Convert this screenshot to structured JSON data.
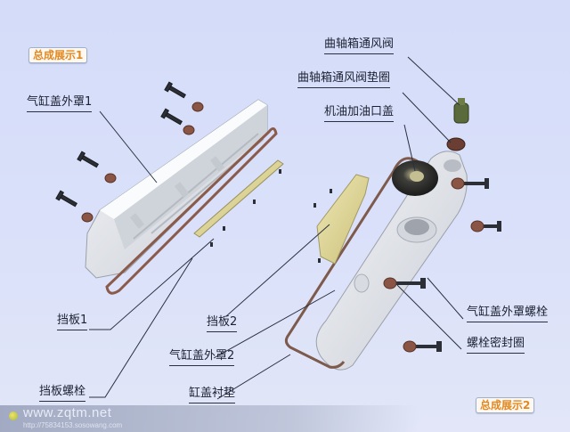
{
  "badges": {
    "assembly_1": "总成展示1",
    "assembly_2": "总成展示2"
  },
  "labels": {
    "cover_1": "气缸盖外罩1",
    "baffle_1": "挡板1",
    "baffle_bolt": "挡板螺栓",
    "crankcase_vent_valve": "曲轴箱通风阀",
    "crankcase_vent_valve_gasket": "曲轴箱通风阀垫圈",
    "oil_filler_cap": "机油加油口盖",
    "cover_bolt": "气缸盖外罩螺栓",
    "bolt_seal_ring": "螺栓密封圈",
    "baffle_2": "挡板2",
    "cover_2": "气缸盖外罩2",
    "cover_gasket": "缸盖衬垫"
  },
  "watermark": {
    "url": "www.zqtm.net",
    "sub": "http://75834153.sosowang.com"
  },
  "colors": {
    "background": "#d6ddf8",
    "badge_text": "#e08a26",
    "label_text": "#1c2233",
    "gasket": "#8a5a4a",
    "cover": "#e8eaee",
    "baffle": "#d8cf8e"
  }
}
